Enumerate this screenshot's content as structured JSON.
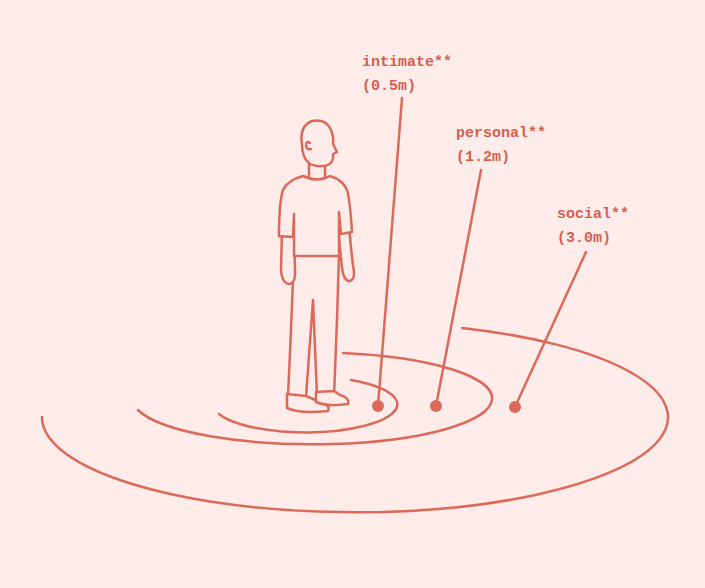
{
  "diagram": {
    "labels": [
      "intimate**",
      "(0.5m)",
      "personal**",
      "(1.2m)",
      "social**",
      "(3.0m)"
    ]
  }
}
